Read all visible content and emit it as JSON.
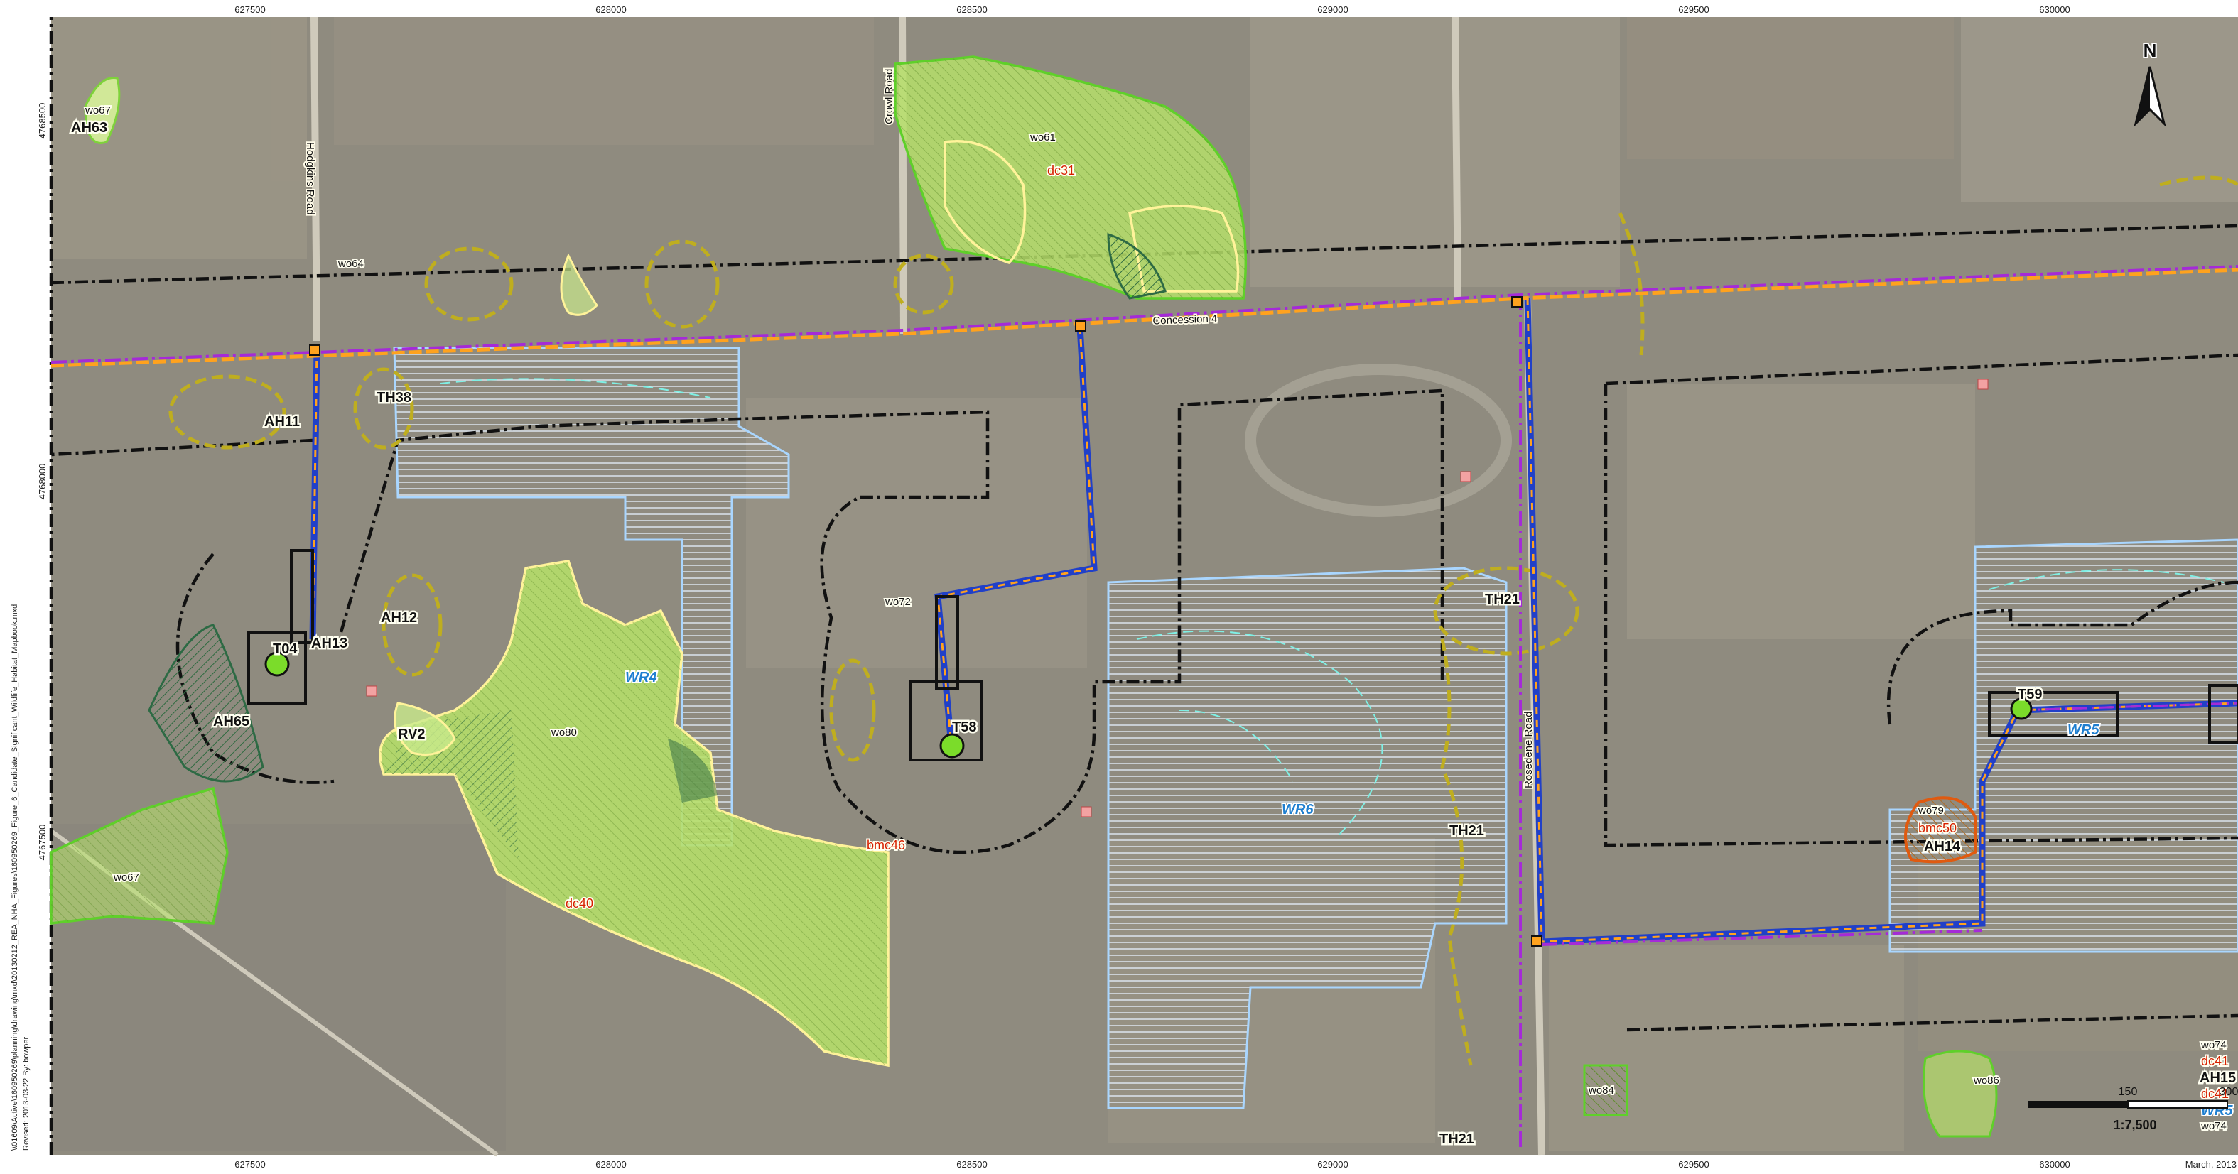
{
  "grid": {
    "x_labels": [
      "627500",
      "628000",
      "628500",
      "629000",
      "629500",
      "630000"
    ],
    "y_labels": [
      "4768500",
      "4768000",
      "4767500"
    ]
  },
  "roads": {
    "hodgkins": "Hodgkins Road",
    "crowl": "Crowl Road",
    "concession": "Concession 4",
    "rosedene": "Rosedene Road"
  },
  "labels": {
    "ah63": "AH63",
    "ah11": "AH11",
    "ah12": "AH12",
    "ah13": "AH13",
    "ah65": "AH65",
    "ah14": "AH14",
    "ah15": "AH15",
    "th38": "TH38",
    "th21a": "TH21",
    "th21b": "TH21",
    "th21c": "TH21",
    "rv2": "RV2",
    "wo67a": "wo67",
    "wo67b": "wo67",
    "wo64": "wo64",
    "wo61": "wo61",
    "wo72": "wo72",
    "wo80": "wo80",
    "wo79": "wo79",
    "wo84": "wo84",
    "wo86": "wo86",
    "wo74a": "wo74",
    "wo74b": "wo74",
    "dc31": "dc31",
    "dc40": "dc40",
    "dc41a": "dc41",
    "dc41b": "dc41",
    "bmc46": "bmc46",
    "bmc50": "bmc50",
    "wr4": "WR4",
    "wr5": "WR5",
    "wr5b": "WR5",
    "wr6": "WR6",
    "t04": "T04",
    "t58": "T58",
    "t59": "T59"
  },
  "scale": {
    "tick_150": "150",
    "tick_300": "300",
    "ratio": "1:7,500"
  },
  "north": "N",
  "date": "March, 2013",
  "sidebar": {
    "path": "\\\\01609\\Active\\160950269\\planning\\drawing\\mxd\\20130212_REA_NHA_Figures\\160950269_Figure_6_Candidate_Significant_Wildlife_Habitat_Mapbook.mxd",
    "revised": "Revised: 2013-03-22 By: bowper"
  },
  "colors": {
    "aerial": "#8f8b7f",
    "woodland_fill": "#b6df6a",
    "woodland_edge": "#5fd02a",
    "deer_edge": "#fff39a",
    "wetland_edge": "#a9d6ff",
    "habitat_edge": "#bfae1f",
    "boundary": "#111111",
    "collector": "#2140c8",
    "purple_line": "#a52ad8",
    "orange_line": "#ffa21e"
  }
}
